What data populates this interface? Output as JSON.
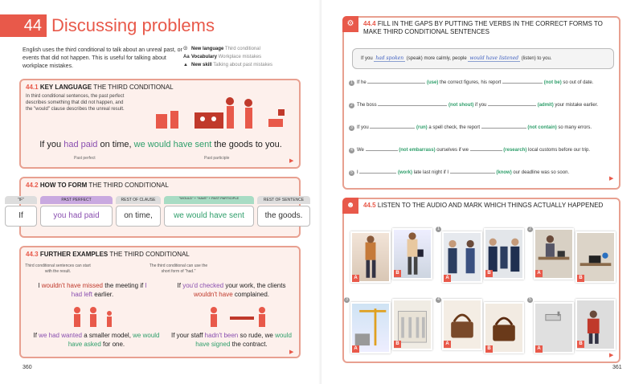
{
  "left": {
    "unit_number": "44",
    "title": "Discussing problems",
    "intro": "English uses the third conditional to talk about an unreal past, or events that did not happen. This is useful for talking about workplace mistakes.",
    "key": [
      {
        "icon": "new-language-icon",
        "label": "New language",
        "value": "Third conditional"
      },
      {
        "icon": "vocabulary-icon",
        "label": "Vocabulary",
        "value": "Workplace mistakes"
      },
      {
        "icon": "new-skill-icon",
        "label": "New skill",
        "value": "Talking about past mistakes"
      }
    ],
    "p441": {
      "num": "44.1",
      "kw": "KEY LANGUAGE",
      "rest": "THE THIRD CONDITIONAL",
      "note": "In third conditional sentences, the past perfect describes something that did not happen, and the \"would\" clause describes the unreal result.",
      "s1": "If you ",
      "s2": "had paid",
      "s3": " on time, ",
      "s4": "we would have sent",
      "s5": " the goods to you.",
      "a1": "Past perfect",
      "a2": "Past participle"
    },
    "p442": {
      "num": "44.2",
      "kw": "HOW TO FORM",
      "rest": "THE THIRD CONDITIONAL",
      "cells": [
        {
          "head": "\"IF\"",
          "body": "If"
        },
        {
          "head": "PAST PERFECT",
          "body": "you had paid"
        },
        {
          "head": "REST OF CLAUSE",
          "body": "on time,"
        },
        {
          "head": "\"WOULD\" + \"HAVE\" + PAST PARTICIPLE",
          "body": "we would have sent"
        },
        {
          "head": "REST OF SENTENCE",
          "body": "the goods."
        }
      ]
    },
    "p443": {
      "num": "44.3",
      "kw": "FURTHER EXAMPLES",
      "rest": "THE THIRD CONDITIONAL",
      "note1": "Third conditional sentences can start with the result.",
      "note2": "The third conditional can use the short form of \"had.\"",
      "ex1": {
        "a": "I ",
        "b": "wouldn't have missed",
        "c": " the meeting if ",
        "d": "I had left",
        "e": " earlier."
      },
      "ex2": {
        "a": "If ",
        "b": "you'd checked",
        "c": " your work, the clients ",
        "d": "wouldn't have",
        "e": " complained."
      },
      "ex3": {
        "a": "If ",
        "b": "we had wanted",
        "c": " a smaller model, ",
        "d": "we would have asked",
        "e": " for one."
      },
      "ex4": {
        "a": "If your staff ",
        "b": "hadn't been",
        "c": " so rude, we ",
        "d": "would have signed",
        "e": " the contract."
      }
    },
    "page_number": "360"
  },
  "right": {
    "p444": {
      "num": "44.4",
      "title": "FILL IN THE GAPS BY PUTTING THE VERBS IN THE CORRECT FORMS TO MAKE THIRD CONDITIONAL SENTENCES",
      "example": {
        "a": "If you ",
        "h1": "had spoken",
        "b": " (speak) more calmly, people ",
        "h2": "would have listened",
        "c": " (listen) to you."
      },
      "questions": [
        {
          "n": "1",
          "a": "If he ",
          "v1": "(use)",
          "b": " the correct figures, his report ",
          "v2": "(not be)",
          "c": " so out of date."
        },
        {
          "n": "2",
          "a": "The boss ",
          "v1": "(not shout)",
          "b": " if you ",
          "v2": "(admit)",
          "c": " your mistake earlier."
        },
        {
          "n": "3",
          "a": "If you ",
          "v1": "(run)",
          "b": " a spell check, the report ",
          "v2": "(not contain)",
          "c": " so many errors."
        },
        {
          "n": "4",
          "a": "We ",
          "v1": "(not embarrass)",
          "b": " ourselves if we ",
          "v2": "(research)",
          "c": " local customs before our trip."
        },
        {
          "n": "5",
          "a": "I ",
          "v1": "(work)",
          "b": " late last night if I ",
          "v2": "(know)",
          "c": " our deadline was so soon."
        }
      ]
    },
    "p445": {
      "num": "44.5",
      "title": "LISTEN TO THE AUDIO AND MARK WHICH THINGS ACTUALLY HAPPENED",
      "pics": [
        {
          "n": "",
          "a": "A",
          "b": "B"
        },
        {
          "n": "1",
          "a": "A",
          "b": "B"
        },
        {
          "n": "2",
          "a": "A",
          "b": "B"
        },
        {
          "n": "3",
          "a": "A",
          "b": "B"
        },
        {
          "n": "4",
          "a": "A",
          "b": "B"
        },
        {
          "n": "5",
          "a": "A",
          "b": "B"
        }
      ]
    },
    "page_number": "361"
  },
  "colors": {
    "accent": "#e8594a",
    "purple": "#8a4fb0",
    "green": "#2e9e6a",
    "panel": "#fdf0ec"
  }
}
